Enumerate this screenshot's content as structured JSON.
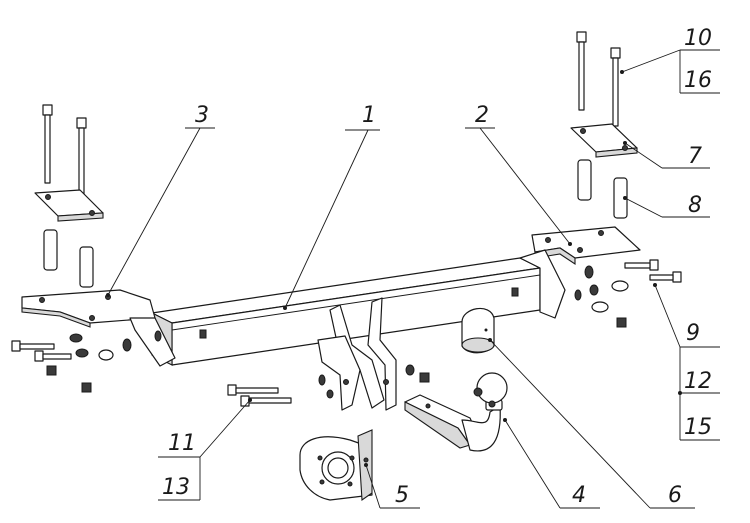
{
  "callouts": {
    "c1": "1",
    "c2": "2",
    "c3": "3",
    "c4": "4",
    "c5": "5",
    "c6": "6",
    "c7": "7",
    "c8": "8",
    "c9": "9",
    "c10": "10",
    "c11": "11",
    "c12": "12",
    "c13": "13",
    "c15": "15",
    "c16": "16"
  }
}
